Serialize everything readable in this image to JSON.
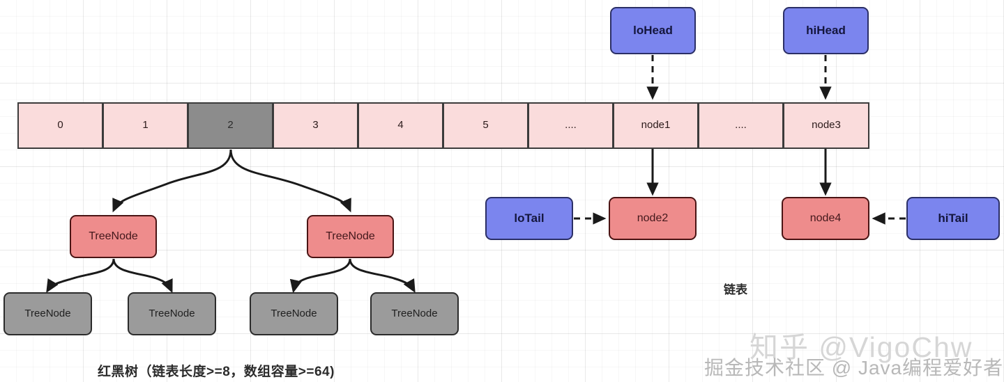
{
  "diagram": {
    "title_tree": "红黑树（链表长度>=8，数组容量>=64)",
    "title_list": "链表",
    "colors": {
      "array_cell": "#FADCDC",
      "array_cell_highlight": "#8C8C8C",
      "pointer_box": "#7B85EE",
      "node_box": "#EE8C8C",
      "tree_leaf_box": "#9B9B9B",
      "edge_stroke": "#1a1a1a"
    }
  },
  "array": {
    "name": "hash-table-array",
    "cells": [
      {
        "label": "0",
        "state": "normal"
      },
      {
        "label": "1",
        "state": "normal"
      },
      {
        "label": "2",
        "state": "highlight"
      },
      {
        "label": "3",
        "state": "normal"
      },
      {
        "label": "4",
        "state": "normal"
      },
      {
        "label": "5",
        "state": "normal"
      },
      {
        "label": "....",
        "state": "normal"
      },
      {
        "label": "node1",
        "state": "normal"
      },
      {
        "label": "....",
        "state": "normal"
      },
      {
        "label": "node3",
        "state": "normal"
      }
    ]
  },
  "pointers": {
    "lo_head": "loHead",
    "hi_head": "hiHead",
    "lo_tail": "loTail",
    "hi_tail": "hiTail"
  },
  "linked_list": {
    "nodes": [
      {
        "label": "node2"
      },
      {
        "label": "node4"
      }
    ]
  },
  "tree": {
    "internal": [
      {
        "label": "TreeNode"
      },
      {
        "label": "TreeNode"
      }
    ],
    "leaves": [
      {
        "label": "TreeNode"
      },
      {
        "label": "TreeNode"
      },
      {
        "label": "TreeNode"
      },
      {
        "label": "TreeNode"
      }
    ]
  },
  "watermarks": {
    "zhihu": "知乎 @VigoChw",
    "juejin": "掘金技术社区 @ Java编程爱好者"
  }
}
